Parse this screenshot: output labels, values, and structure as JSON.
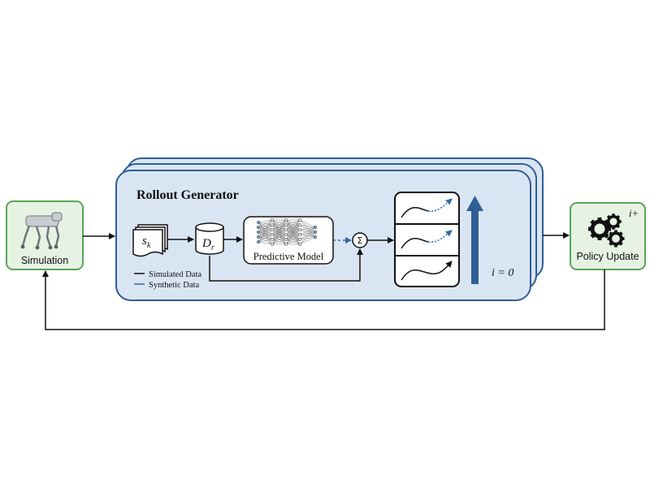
{
  "diagram": {
    "simulation_label": "Simulation",
    "rollout_generator_title": "Rollout Generator",
    "state_symbol": "s",
    "state_subscript": "k",
    "dataset_symbol": "D",
    "dataset_subscript": "r",
    "predictive_model_label": "Predictive Model",
    "sum_symbol": "Σ",
    "iteration_label": "i = 0",
    "policy_update_label": "Policy Update",
    "policy_iteration_label": "i+",
    "legend": [
      {
        "label": "Simulated Data",
        "color": "#111111"
      },
      {
        "label": "Synthetic Data",
        "color": "#2e6aa3"
      }
    ]
  },
  "colors": {
    "panel_fill": "#dae5f3",
    "panel_stroke": "#2f5f95",
    "green_fill": "#e6f3e3",
    "green_stroke": "#5ba45b",
    "synthetic_blue": "#2e6aa3",
    "arrow_blue": "#2f5f95"
  }
}
